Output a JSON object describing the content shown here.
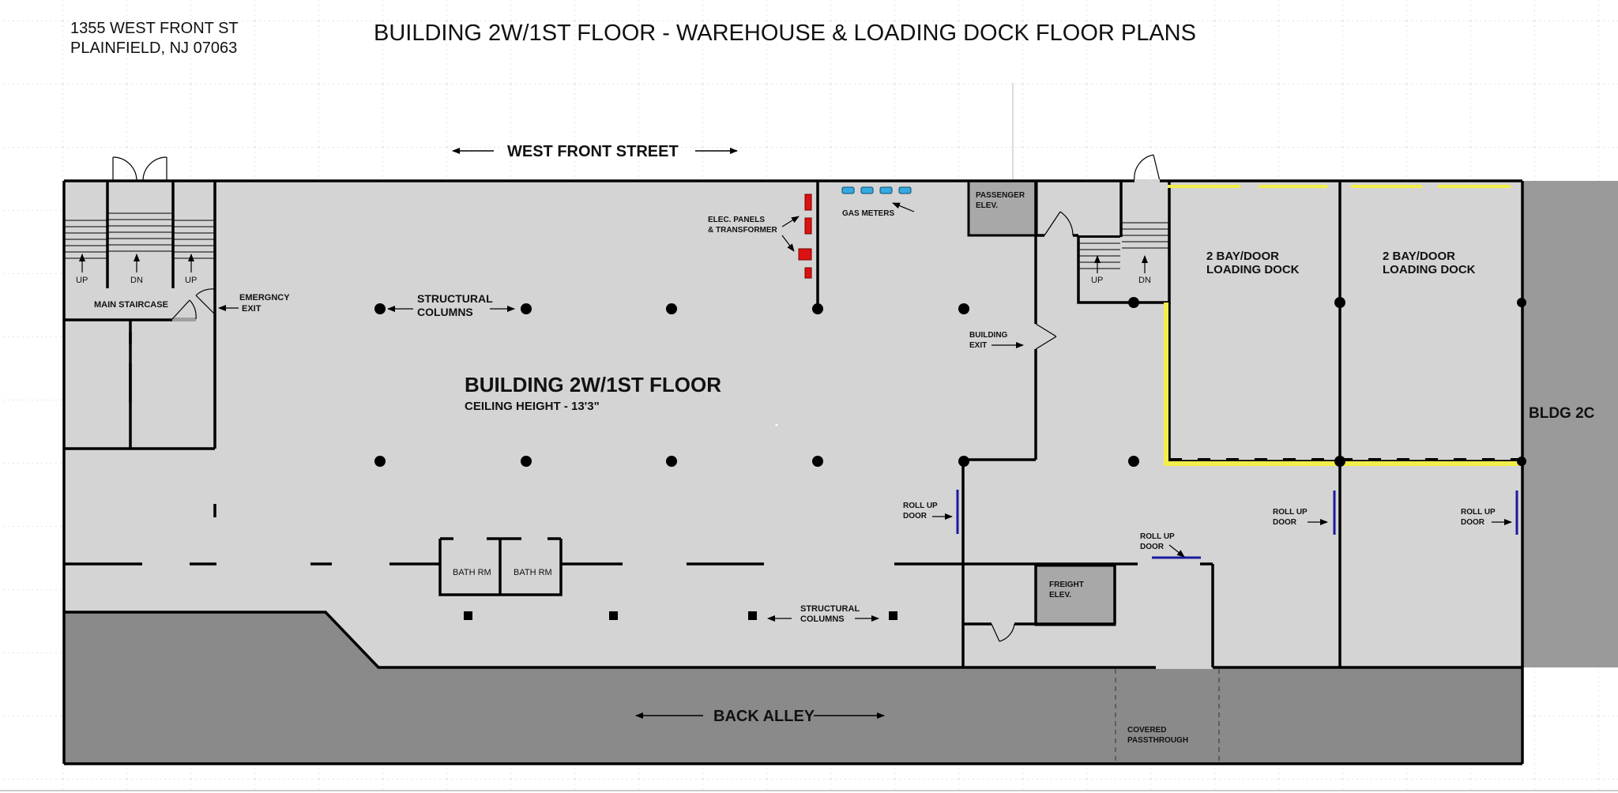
{
  "header": {
    "address_line1": "1355 WEST FRONT ST",
    "address_line2": "PLAINFIELD, NJ 07063",
    "title": "BUILDING 2W/1ST FLOOR - WAREHOUSE & LOADING DOCK FLOOR PLANS"
  },
  "streets": {
    "front": "WEST FRONT STREET",
    "back": "BACK ALLEY"
  },
  "main_area": {
    "name": "BUILDING 2W/1ST FLOOR",
    "ceiling": "CEILING HEIGHT - 13'3\""
  },
  "labels": {
    "main_staircase": "MAIN STAIRCASE",
    "up": "UP",
    "dn": "DN",
    "emergency_exit_1": "EMERGNCY",
    "emergency_exit_2": "EXIT",
    "structural_1": "STRUCTURAL",
    "structural_2": "COLUMNS",
    "elec_1": "ELEC. PANELS",
    "elec_2": "& TRANSFORMER",
    "gas_meters": "GAS METERS",
    "passenger_1": "PASSENGER",
    "passenger_2": "ELEV.",
    "building_exit_1": "BUILDING",
    "building_exit_2": "EXIT",
    "dock_1": "2 BAY/DOOR",
    "dock_2": "LOADING DOCK",
    "bldg_2c": "BLDG 2C",
    "roll_up_1": "ROLL UP",
    "roll_up_2": "DOOR",
    "bath_rm": "BATH RM",
    "freight_1": "FREIGHT",
    "freight_2": "ELEV.",
    "covered_1": "COVERED",
    "covered_2": "PASSTHROUGH"
  },
  "colors": {
    "floor": "#d4d4d4",
    "alley": "#8a8a8a",
    "wall": "#000000",
    "dock_edge": "#f2ee4a",
    "elec_panel": "#dd1111",
    "gas_meter": "#35a9e0",
    "roll_door": "#1a1aa0"
  }
}
